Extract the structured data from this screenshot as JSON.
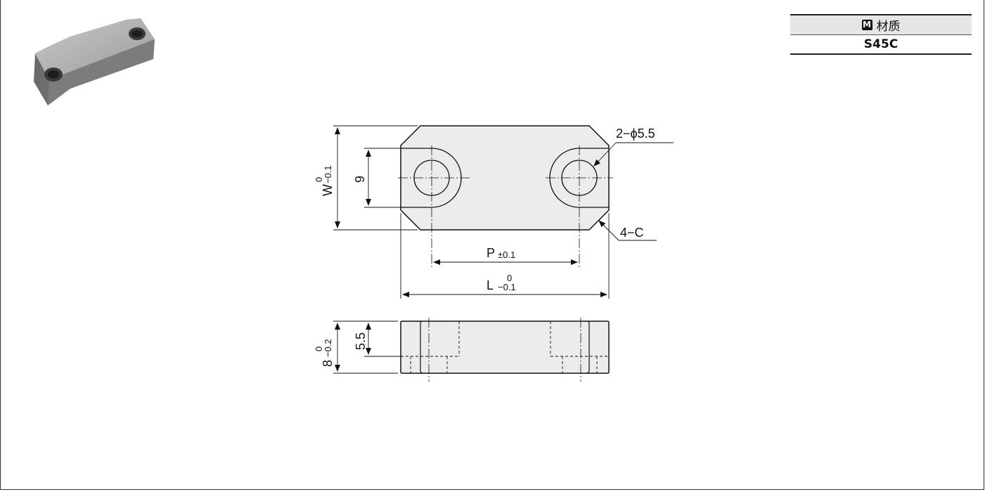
{
  "material_table": {
    "badge": "M",
    "header": "材质",
    "value": "S45C"
  },
  "photo": {
    "icon": "block-part-photo"
  },
  "top_view": {
    "hole_callout": "2−ϕ5.5",
    "chamfer_callout": "4−C",
    "hole_spacing_label": "9",
    "width_label": "W",
    "width_tol_upper": "0",
    "width_tol_lower": "−0.1",
    "pitch_label": "P",
    "pitch_tol": "±0.1",
    "length_label": "L",
    "length_tol_upper": "0",
    "length_tol_lower": "−0.1"
  },
  "side_view": {
    "height_label": "8",
    "height_tol_upper": "0",
    "height_tol_lower": "−0.2",
    "counterbore_depth": "5.5"
  }
}
